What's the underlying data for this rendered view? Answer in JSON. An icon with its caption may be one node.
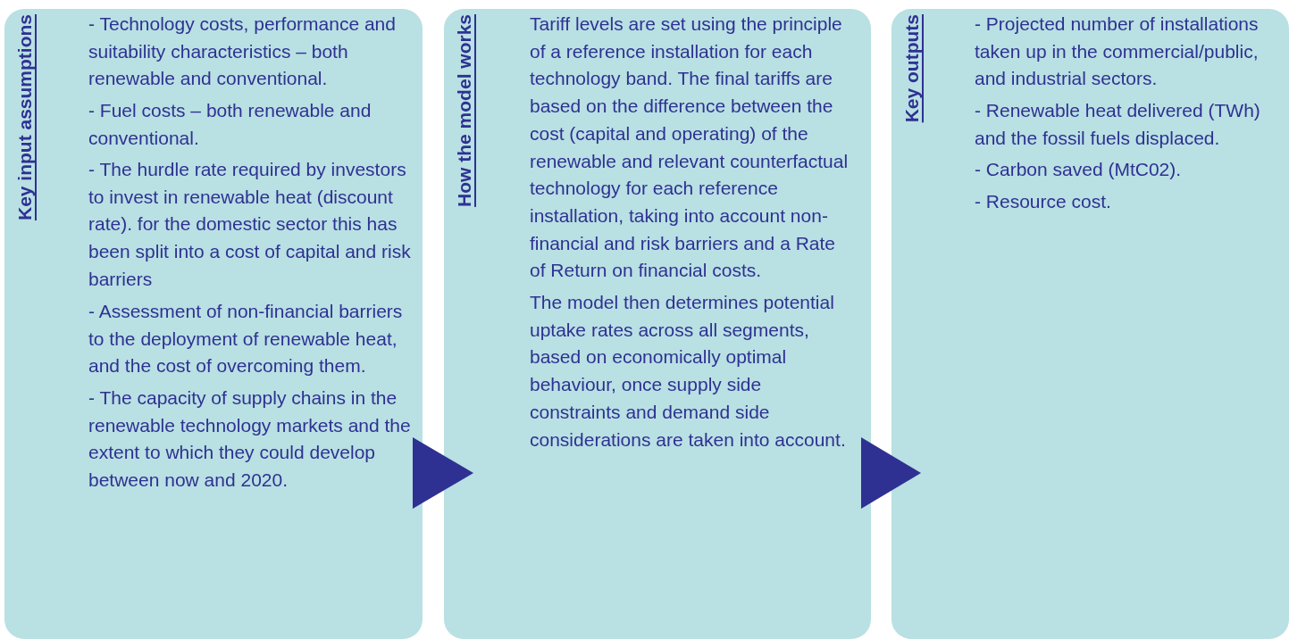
{
  "diagram": {
    "nodes": [
      {
        "text": [
          "Key input assumptions",
          "- Technology costs, performance and suitability characteristics – both renewable and conventional.",
          "- Fuel costs – both renewable and conventional.",
          "- The hurdle rate required by investors to invest in renewable heat (discount rate). for the domestic sector this has been split into a cost of capital and risk barriers",
          "- Assessment of non-financial barriers to the deployment of renewable heat, and the cost of overcoming them.",
          "- The capacity of supply chains in the renewable technology markets and the extent to which they could develop between now and 2020."
        ]
      },
      {
        "text": [
          "How the model works",
          "Tariff levels are set using the principle of a reference installation for each technology band.  The final tariffs are based on the difference between the cost (capital and operating) of the renewable and relevant counterfactual technology for each reference installation, taking into account non-financial and risk barriers and a Rate of Return on financial costs.",
          "The model then determines potential uptake rates across all segments, based on economically optimal behaviour, once supply side constraints and demand side considerations are taken into account."
        ]
      },
      {
        "text": [
          "Key outputs",
          "- Projected number of installations taken up in the commercial/public, and industrial sectors.",
          "- Renewable heat delivered (TWh) and the fossil fuels displaced.",
          "- Carbon saved (MtC02).",
          "- Resource cost."
        ]
      }
    ],
    "edges": [
      {
        "from": 0,
        "to": 1,
        "arrow": "to"
      },
      {
        "from": 1,
        "to": 2,
        "arrow": "to"
      }
    ]
  }
}
